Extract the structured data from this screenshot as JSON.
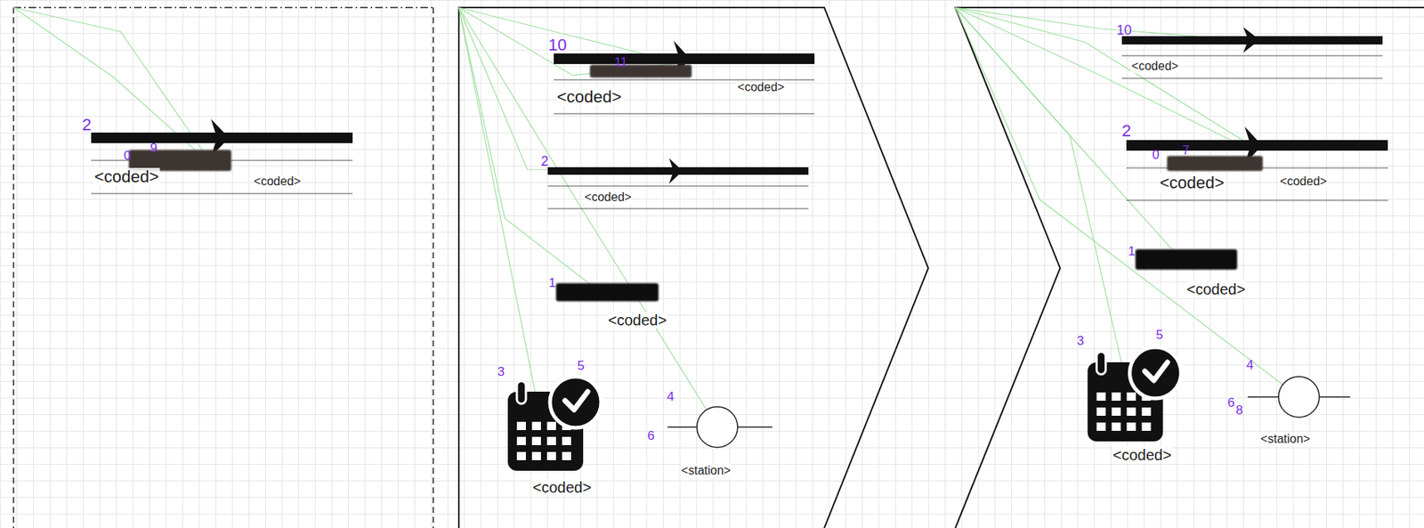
{
  "diagram": {
    "labels": [
      "2",
      "0",
      "9",
      "<coded>",
      "<coded>",
      "10",
      "11",
      "<coded>",
      "<coded>",
      "2",
      "<coded>",
      "1",
      "<coded>",
      "3",
      "5",
      "<coded>",
      "4",
      "6",
      "<station>",
      "10",
      "<coded>",
      "2",
      "0",
      "7",
      "<coded>",
      "<coded>",
      "1",
      "<coded>",
      "3",
      "5",
      "<coded>",
      "4",
      "6",
      "8",
      "<station>"
    ]
  }
}
